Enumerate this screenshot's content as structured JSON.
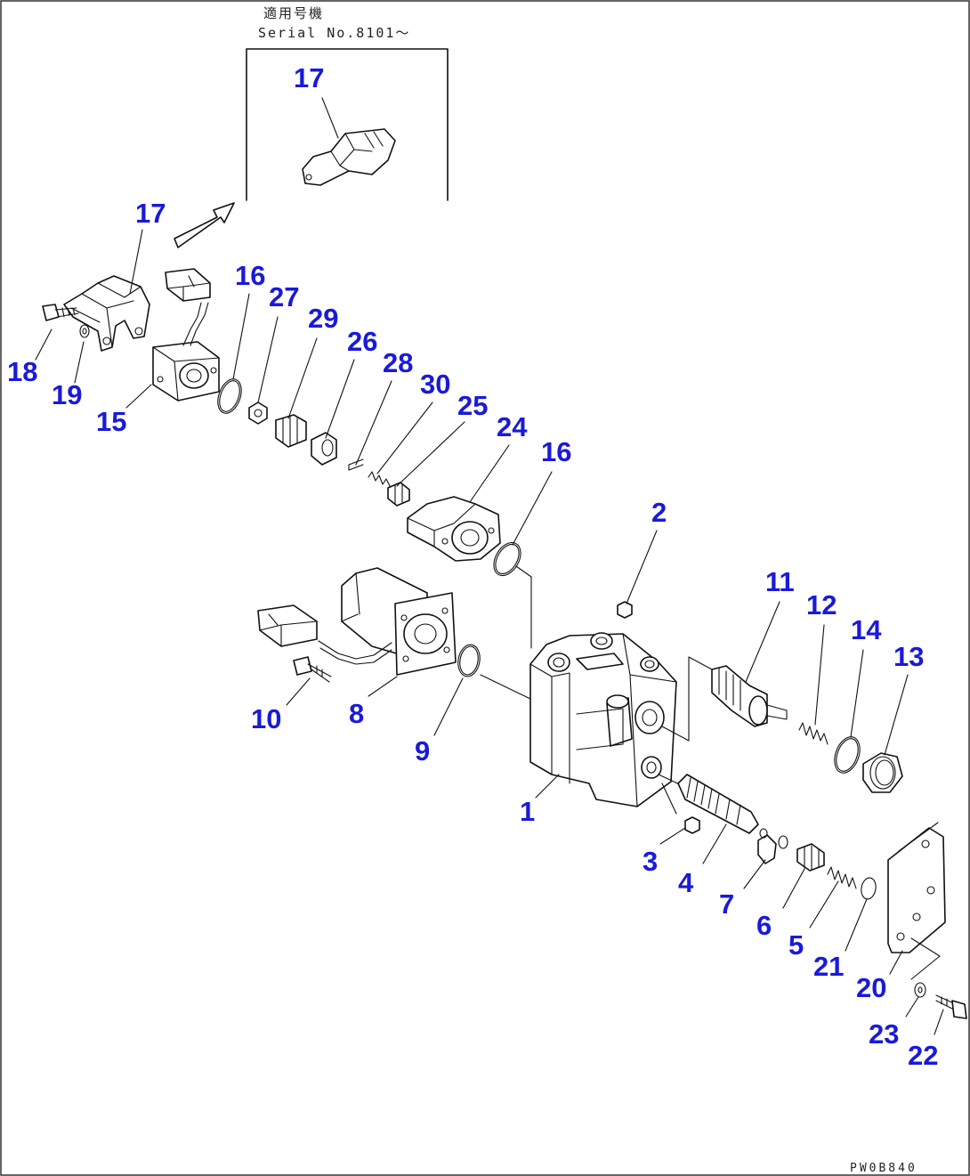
{
  "header": {
    "title_jp": "適用号機",
    "serial_note": "Serial No.8101～"
  },
  "drawing_code": "PW0B840",
  "callouts": [
    {
      "id": "c17-inset",
      "label": "17"
    },
    {
      "id": "c17",
      "label": "17"
    },
    {
      "id": "c18",
      "label": "18"
    },
    {
      "id": "c19",
      "label": "19"
    },
    {
      "id": "c15",
      "label": "15"
    },
    {
      "id": "c16a",
      "label": "16"
    },
    {
      "id": "c27",
      "label": "27"
    },
    {
      "id": "c29",
      "label": "29"
    },
    {
      "id": "c26",
      "label": "26"
    },
    {
      "id": "c28",
      "label": "28"
    },
    {
      "id": "c30",
      "label": "30"
    },
    {
      "id": "c25",
      "label": "25"
    },
    {
      "id": "c24",
      "label": "24"
    },
    {
      "id": "c16b",
      "label": "16"
    },
    {
      "id": "c2",
      "label": "2"
    },
    {
      "id": "c11",
      "label": "11"
    },
    {
      "id": "c12",
      "label": "12"
    },
    {
      "id": "c14",
      "label": "14"
    },
    {
      "id": "c13",
      "label": "13"
    },
    {
      "id": "c10",
      "label": "10"
    },
    {
      "id": "c8",
      "label": "8"
    },
    {
      "id": "c9",
      "label": "9"
    },
    {
      "id": "c1",
      "label": "1"
    },
    {
      "id": "c3",
      "label": "3"
    },
    {
      "id": "c4",
      "label": "4"
    },
    {
      "id": "c7",
      "label": "7"
    },
    {
      "id": "c6",
      "label": "6"
    },
    {
      "id": "c5",
      "label": "5"
    },
    {
      "id": "c21",
      "label": "21"
    },
    {
      "id": "c20",
      "label": "20"
    },
    {
      "id": "c23",
      "label": "23"
    },
    {
      "id": "c22",
      "label": "22"
    }
  ]
}
